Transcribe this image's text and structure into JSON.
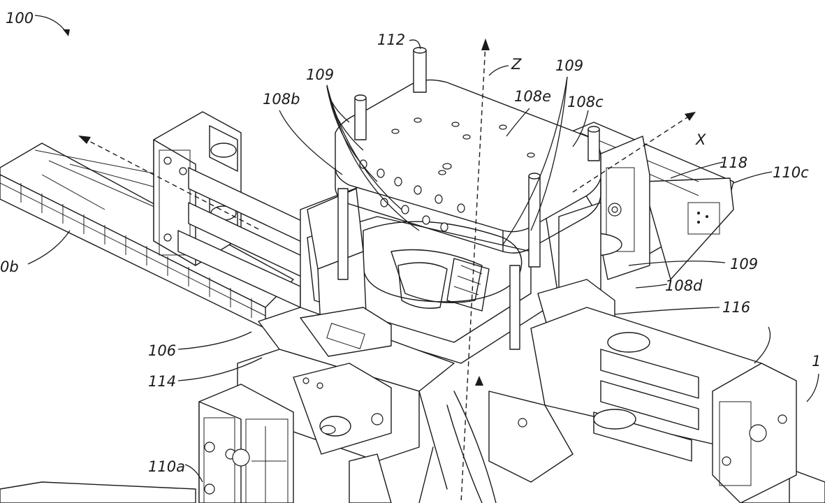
{
  "figure": {
    "labels": {
      "assembly": "100",
      "pin": "112",
      "z_axis": "Z",
      "x_axis": "X",
      "bolts_left": "109",
      "bolts_top": "109",
      "bolts_right": "109",
      "block_b": "108b",
      "block_e": "108e",
      "block_c": "108c",
      "block_d": "108d",
      "rail": "118",
      "unit_c": "110c",
      "unit_b": "0b",
      "unit_a": "110a",
      "base": "106",
      "slider_left": "114",
      "slider_right": "116",
      "edge_right": "1"
    }
  }
}
